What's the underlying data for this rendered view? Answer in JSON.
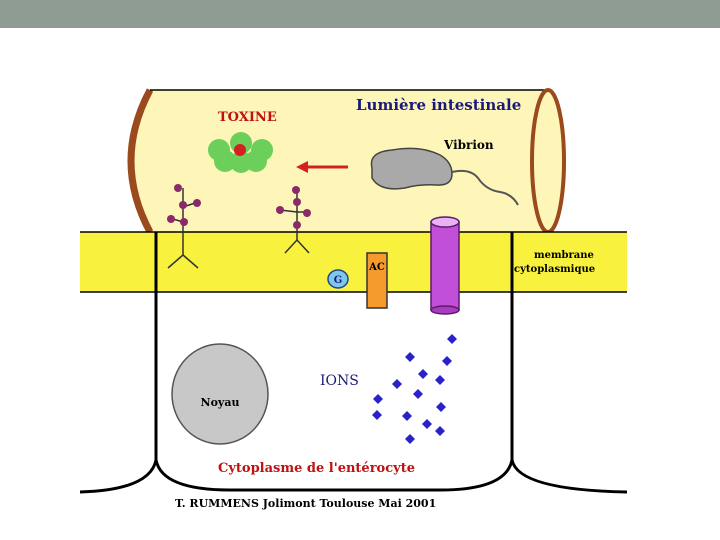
{
  "slide": {
    "labels": {
      "toxine": "TOXINE",
      "lumiere": "Lumière intestinale",
      "vibrion": "Vibrion",
      "membrane_line1": "membrane",
      "membrane_line2": "cytoplasmique",
      "ac": "AC",
      "g": "G",
      "ions": "IONS",
      "noyau": "Noyau",
      "cytoplasme": "Cytoplasme de l'entérocyte",
      "credit": "T. RUMMENS Jolimont Toulouse Mai 2001"
    },
    "colors": {
      "header_bar": "#8e9c94",
      "lumen_fill": "#fdf6b8",
      "lumen_outline": "#9a4a1c",
      "membrane": "#f8f23e",
      "toxin_green": "#6ccf5a",
      "toxin_red": "#d42020",
      "receptor_purple": "#8a2a6a",
      "ac_orange": "#f59a2c",
      "g_blue": "#7ec8ee",
      "channel_purple": "#c24fd8",
      "ion_blue": "#2a22c8",
      "nucleus_gray": "#c8c8c8",
      "red_text": "#c01010",
      "navy_text": "#1a1a7a"
    }
  }
}
